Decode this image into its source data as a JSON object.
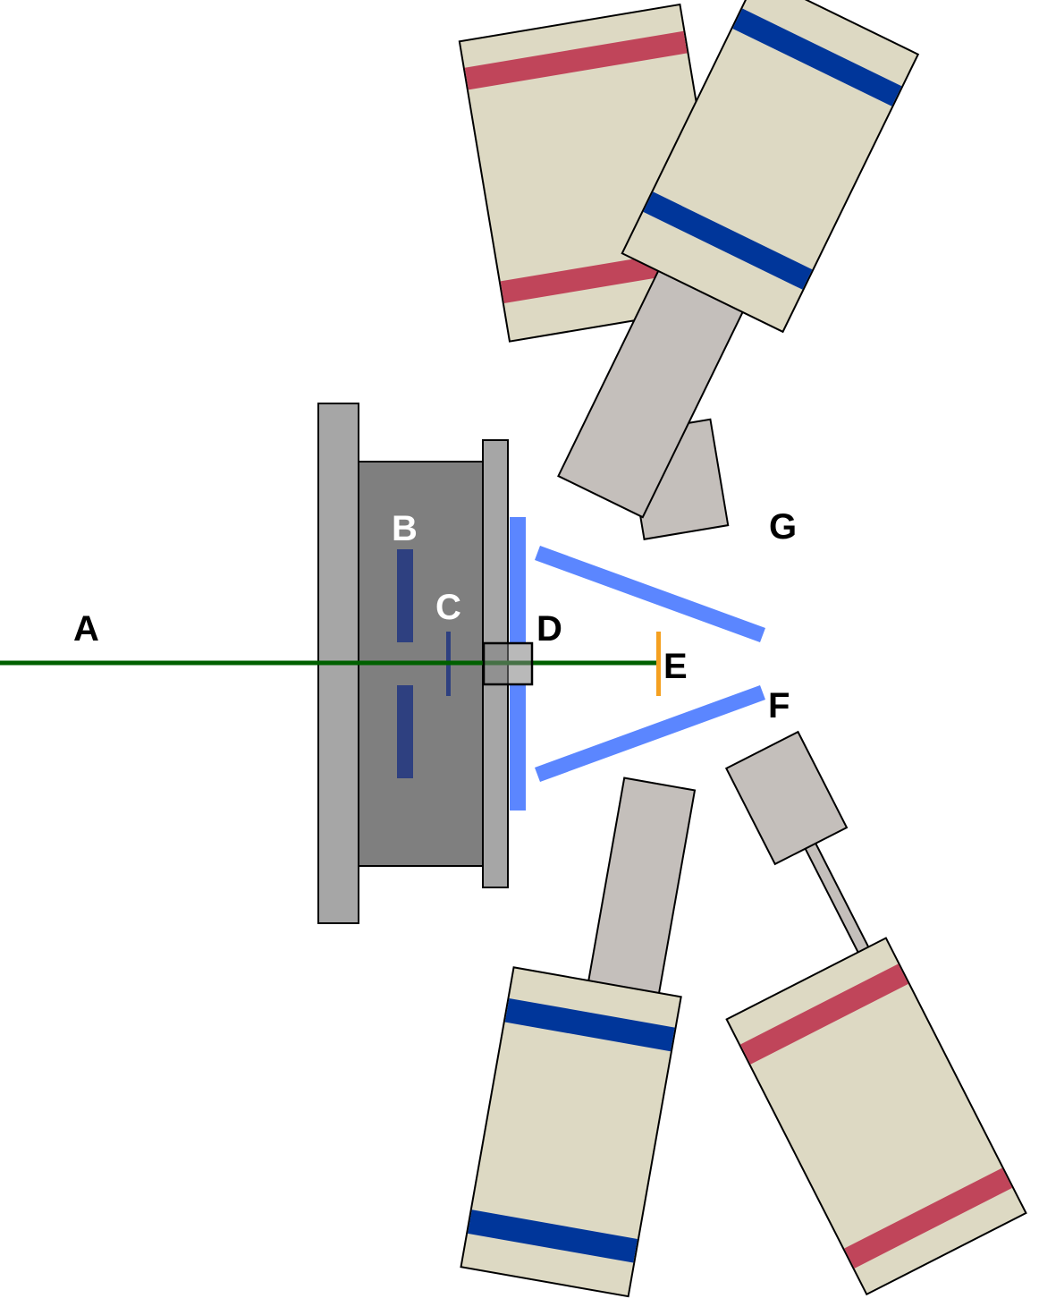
{
  "labels": {
    "a": "A",
    "b": "B",
    "c": "C",
    "d": "D",
    "e": "E",
    "f": "F",
    "g": "G"
  },
  "colors": {
    "beam_line": "#006000",
    "flange": "#a6a6a6",
    "chamber": "#7f7f7f",
    "electrode": "#2e4080",
    "plate": "#5b86ff",
    "target_foil": "#f5a020",
    "detector_body": "#ddd9c3",
    "detector_neck": "#c4bfbb",
    "band_red": "#c0455a",
    "band_blue": "#00369a",
    "label_dark": "#000000",
    "label_light": "#ffffff"
  }
}
